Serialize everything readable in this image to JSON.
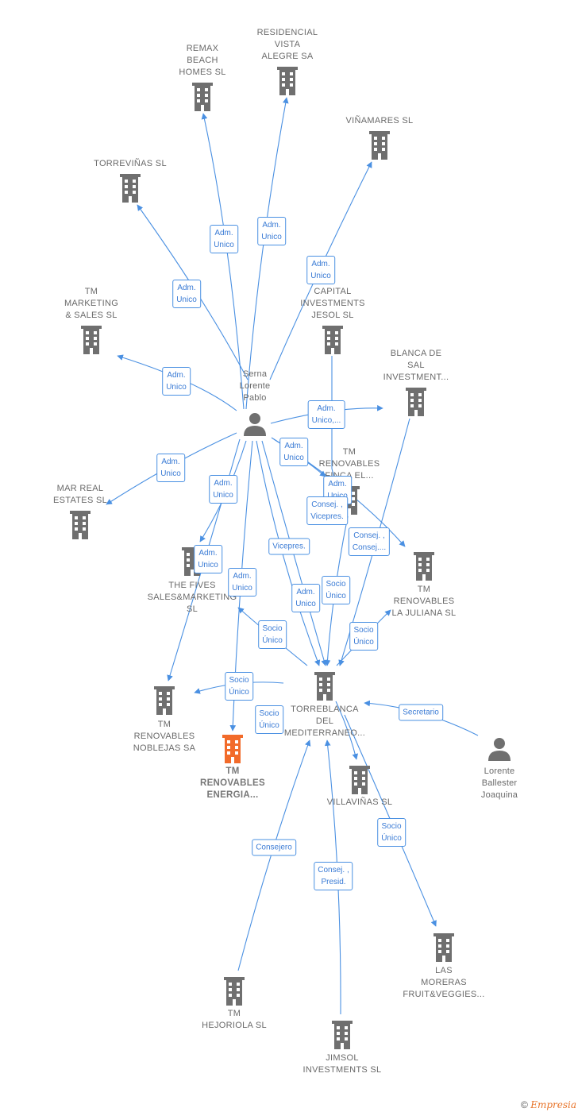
{
  "colors": {
    "edge": "#4a90e2",
    "building": "#6f6f6f",
    "focus_building": "#f26b2a",
    "person": "#6f6f6f"
  },
  "nodes": [
    {
      "id": "remax",
      "type": "company",
      "lines": [
        "REMAX",
        "BEACH",
        "HOMES  SL"
      ]
    },
    {
      "id": "residencial",
      "type": "company",
      "lines": [
        "RESIDENCIAL",
        "VISTA",
        "ALEGRE SA"
      ]
    },
    {
      "id": "vinamares",
      "type": "company",
      "lines": [
        "VIÑAMARES SL"
      ]
    },
    {
      "id": "torrevinas",
      "type": "company",
      "lines": [
        "TORREVIÑAS SL"
      ]
    },
    {
      "id": "tm_marketing",
      "type": "company",
      "lines": [
        "TM",
        "MARKETING",
        "& SALES  SL"
      ]
    },
    {
      "id": "capital",
      "type": "company",
      "lines": [
        "CAPITAL",
        "INVESTMENTS",
        "JESOL  SL"
      ]
    },
    {
      "id": "blanca",
      "type": "company",
      "lines": [
        "BLANCA DE",
        "SAL",
        "INVESTMENT..."
      ]
    },
    {
      "id": "serna",
      "type": "person",
      "lines": [
        "Serna",
        "Lorente",
        "Pablo"
      ]
    },
    {
      "id": "mar_real",
      "type": "company",
      "lines": [
        "MAR REAL",
        "ESTATES SL"
      ]
    },
    {
      "id": "finca",
      "type": "company",
      "lines": [
        "TM",
        "RENOVABLES",
        "FINCA EL..."
      ]
    },
    {
      "id": "fives",
      "type": "company",
      "lines": [
        "THE FIVES",
        "SALES&MARKETING",
        "SL"
      ]
    },
    {
      "id": "juliana",
      "type": "company",
      "lines": [
        "TM",
        "RENOVABLES",
        "LA JULIANA  SL"
      ]
    },
    {
      "id": "torreblanca",
      "type": "company",
      "lines": [
        "TORREBLANCA",
        "DEL",
        "MEDITERRANEO..."
      ]
    },
    {
      "id": "noblejas",
      "type": "company",
      "lines": [
        "TM",
        "RENOVABLES",
        "NOBLEJAS SA"
      ]
    },
    {
      "id": "energia",
      "type": "focus",
      "lines": [
        "TM",
        "RENOVABLES",
        "ENERGIA..."
      ]
    },
    {
      "id": "villavinas",
      "type": "company",
      "lines": [
        "VILLAVIÑAS SL"
      ]
    },
    {
      "id": "lorente",
      "type": "person",
      "lines": [
        "Lorente",
        "Ballester",
        "Joaquina"
      ]
    },
    {
      "id": "moreras",
      "type": "company",
      "lines": [
        "LAS",
        "MORERAS",
        "FRUIT&VEGGIES..."
      ]
    },
    {
      "id": "hejoriola",
      "type": "company",
      "lines": [
        "TM",
        "HEJORIOLA SL"
      ]
    },
    {
      "id": "jimsol",
      "type": "company",
      "lines": [
        "JIMSOL",
        "INVESTMENTS SL"
      ]
    }
  ],
  "edge_labels": [
    {
      "id": "e_remax",
      "lines": [
        "Adm.",
        "Unico"
      ]
    },
    {
      "id": "e_residencial",
      "lines": [
        "Adm.",
        "Unico"
      ]
    },
    {
      "id": "e_vinamares",
      "lines": [
        "Adm.",
        "Unico"
      ]
    },
    {
      "id": "e_torrevinas",
      "lines": [
        "Adm.",
        "Unico"
      ]
    },
    {
      "id": "e_tm_marketing",
      "lines": [
        "Adm.",
        "Unico"
      ]
    },
    {
      "id": "e_blanca",
      "lines": [
        "Adm.",
        "Unico,..."
      ]
    },
    {
      "id": "e_mar_real",
      "lines": [
        "Adm.",
        "Unico"
      ]
    },
    {
      "id": "e_finca_serna",
      "lines": [
        "Adm.",
        "Unico"
      ]
    },
    {
      "id": "e_fives_a",
      "lines": [
        "Adm.",
        "Unico"
      ]
    },
    {
      "id": "e_fives_b",
      "lines": [
        "Adm.",
        "Unico"
      ]
    },
    {
      "id": "e_finca_b",
      "lines": [
        "Adm.",
        "Unico"
      ]
    },
    {
      "id": "e_consej_vicepres",
      "lines": [
        "Consej. ,",
        "Vicepres."
      ]
    },
    {
      "id": "e_consej_consej",
      "lines": [
        "Consej. ,",
        "Consej...."
      ]
    },
    {
      "id": "e_vicepres",
      "lines": [
        "Vicepres."
      ]
    },
    {
      "id": "e_energia",
      "lines": [
        "Adm.",
        "Unico"
      ]
    },
    {
      "id": "e_torreblanca_adm",
      "lines": [
        "Adm.",
        "Unico"
      ]
    },
    {
      "id": "e_socio_finca",
      "lines": [
        "Socio",
        "Único"
      ]
    },
    {
      "id": "e_socio_fives",
      "lines": [
        "Socio",
        "Único"
      ]
    },
    {
      "id": "e_socio_juliana",
      "lines": [
        "Socio",
        "Único"
      ]
    },
    {
      "id": "e_socio_noblejas",
      "lines": [
        "Socio",
        "Único"
      ]
    },
    {
      "id": "e_socio_energia",
      "lines": [
        "Socio",
        "Único"
      ]
    },
    {
      "id": "e_secretario",
      "lines": [
        "Secretario"
      ]
    },
    {
      "id": "e_socio_moreras",
      "lines": [
        "Socio",
        "Único"
      ]
    },
    {
      "id": "e_consejero",
      "lines": [
        "Consejero"
      ]
    },
    {
      "id": "e_consej_presid",
      "lines": [
        "Consej. ,",
        "Presid."
      ]
    }
  ],
  "footer": {
    "copyright": "©",
    "brand": "Empresia"
  }
}
